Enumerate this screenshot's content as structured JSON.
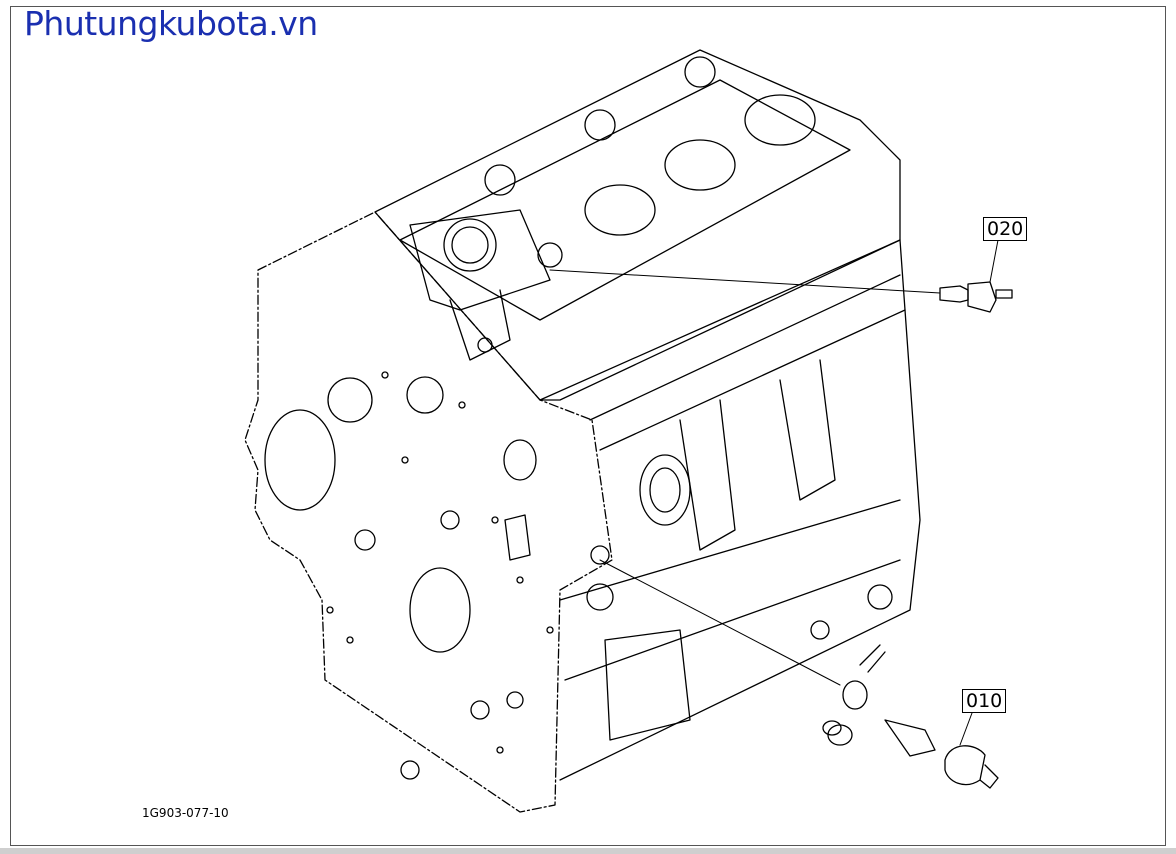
{
  "watermark": "Phutungkubota.vn",
  "figure_id": "1G903-077-10",
  "callouts": [
    {
      "label": "020"
    },
    {
      "label": "010"
    }
  ]
}
